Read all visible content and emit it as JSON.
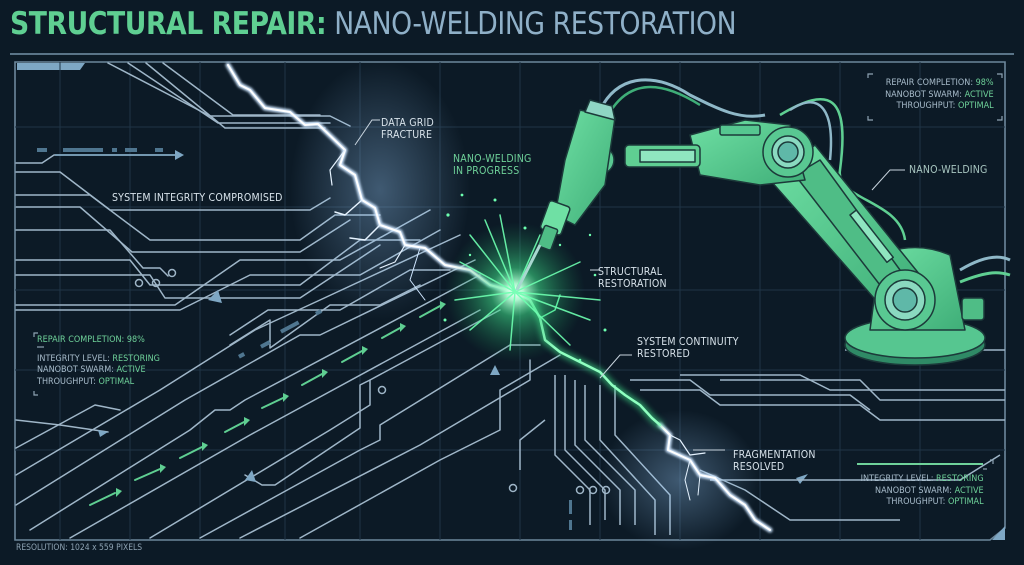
{
  "title": {
    "highlight": "STRUCTURAL REPAIR:",
    "rest": " NANO-WELDING RESTORATION"
  },
  "colors": {
    "background": "#0c1a26",
    "accent_green": "#5fcf92",
    "circuit_blue": "#9fb6c8",
    "lightning_white": "#e6f3ff",
    "weld_glow": "#6dffb0"
  },
  "labels": {
    "data_grid_fracture": [
      "DATA GRID",
      "FRACTURE"
    ],
    "nano_welding_in_progress": [
      "NANO-WELDING",
      "IN PROGRESS"
    ],
    "system_integrity_compromised": "SYSTEM INTEGRITY COMPROMISED",
    "structural_restoration": [
      "STRUCTURAL",
      "RESTORATION"
    ],
    "system_continuity_restored": [
      "SYSTEM CONTINUITY",
      "RESTORED"
    ],
    "fragmentation_resolved": [
      "FRAGMENTATION",
      "RESOLVED"
    ],
    "nano_welding": "NANO-WELDING"
  },
  "panels": {
    "top_right": [
      {
        "key": "REPAIR COMPLETION: ",
        "value": "98%"
      },
      {
        "key": "NANOBOT SWARM: ",
        "value": "ACTIVE"
      },
      {
        "key": "THROUGHPUT: ",
        "value": "OPTIMAL"
      }
    ],
    "left": {
      "headline": "REPAIR COMPLETION: 98%",
      "rows": [
        {
          "key": "INTEGRITY LEVEL: ",
          "value": "RESTORING"
        },
        {
          "key": "NANOBOT SWARM: ",
          "value": "ACTIVE"
        },
        {
          "key": "THROUGHPUT: ",
          "value": "OPTIMAL"
        }
      ]
    },
    "bottom_right": [
      {
        "key": "INTEGRITY LEVEL: ",
        "value": "RESTORING"
      },
      {
        "key": "NANOBOT SWARM: ",
        "value": "ACTIVE"
      },
      {
        "key": "THROUGHPUT: ",
        "value": "OPTIMAL"
      }
    ]
  },
  "footer": "RESOLUTION: 1024 x 559 PIXELS"
}
